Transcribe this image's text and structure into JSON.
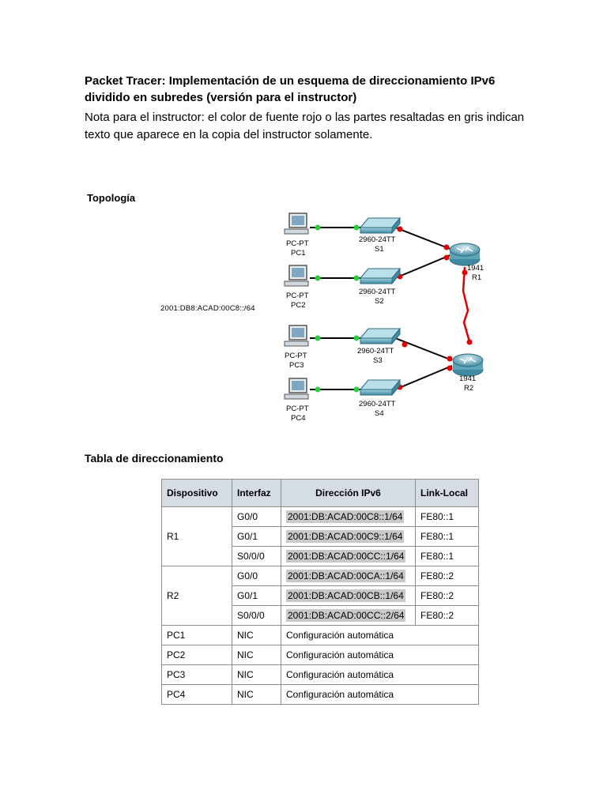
{
  "header": {
    "title": "Packet Tracer: Implementación de un esquema de direccionamiento IPv6 dividido en subredes (versión para el instructor)",
    "note": "Nota para el instructor: el color de fuente rojo o las partes resaltadas en gris indican texto que aparece en la copia del instructor solamente."
  },
  "topology": {
    "heading": "Topología",
    "subnet_label": "2001:DB8:ACAD:00C8::/64",
    "pcs": [
      {
        "model": "PC-PT",
        "name": "PC1"
      },
      {
        "model": "PC-PT",
        "name": "PC2"
      },
      {
        "model": "PC-PT",
        "name": "PC3"
      },
      {
        "model": "PC-PT",
        "name": "PC4"
      }
    ],
    "switches": [
      {
        "model": "2960-24TT",
        "name": "S1"
      },
      {
        "model": "2960-24TT",
        "name": "S2"
      },
      {
        "model": "2960-24TT",
        "name": "S3"
      },
      {
        "model": "2960-24TT",
        "name": "S4"
      }
    ],
    "routers": [
      {
        "model": "1941",
        "name": "R1"
      },
      {
        "model": "1941",
        "name": "R2"
      }
    ],
    "colors": {
      "link": "#000000",
      "serial_link": "#e00000",
      "port_up": "#2ecc40",
      "port_router": "#e00000"
    }
  },
  "addressing": {
    "heading": "Tabla de direccionamiento",
    "columns": [
      "Dispositivo",
      "Interfaz",
      "Dirección IPv6",
      "Link-Local"
    ],
    "routers": [
      {
        "device": "R1",
        "rows": [
          {
            "iface": "G0/0",
            "ipv6": "2001:DB:ACAD:00C8::1/64",
            "link_local": "FE80::1"
          },
          {
            "iface": "G0/1",
            "ipv6": "2001:DB:ACAD:00C9::1/64",
            "link_local": "FE80::1"
          },
          {
            "iface": "S0/0/0",
            "ipv6": "2001:DB:ACAD:00CC::1/64",
            "link_local": "FE80::1"
          }
        ]
      },
      {
        "device": "R2",
        "rows": [
          {
            "iface": "G0/0",
            "ipv6": "2001:DB:ACAD:00CA::1/64",
            "link_local": "FE80::2"
          },
          {
            "iface": "G0/1",
            "ipv6": "2001:DB:ACAD:00CB::1/64",
            "link_local": "FE80::2"
          },
          {
            "iface": "S0/0/0",
            "ipv6": "2001:DB:ACAD:00CC::2/64",
            "link_local": "FE80::2"
          }
        ]
      }
    ],
    "pcs": [
      {
        "device": "PC1",
        "iface": "NIC",
        "config": "Configuración automática"
      },
      {
        "device": "PC2",
        "iface": "NIC",
        "config": "Configuración automática"
      },
      {
        "device": "PC3",
        "iface": "NIC",
        "config": "Configuración automática"
      },
      {
        "device": "PC4",
        "iface": "NIC",
        "config": "Configuración automática"
      }
    ]
  }
}
